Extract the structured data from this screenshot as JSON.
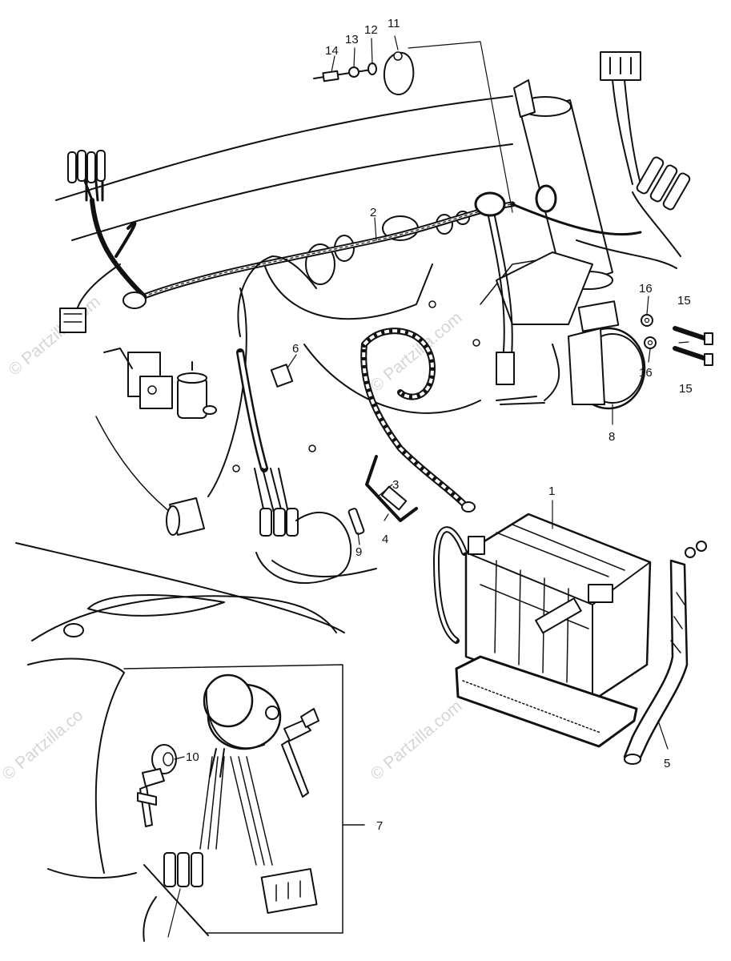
{
  "watermark": {
    "text": "© Partzilla.com",
    "text_short": "© Partzilla.co",
    "text_left": "© Partzilla.com"
  },
  "callouts": {
    "c1": "1",
    "c2": "2",
    "c3": "3",
    "c4": "4",
    "c5": "5",
    "c6": "6",
    "c7": "7",
    "c8": "8",
    "c9": "9",
    "c10": "10",
    "c11": "11",
    "c12": "12",
    "c13": "13",
    "c14": "14",
    "c15a": "15",
    "c15b": "15",
    "c16a": "16",
    "c16b": "16"
  }
}
